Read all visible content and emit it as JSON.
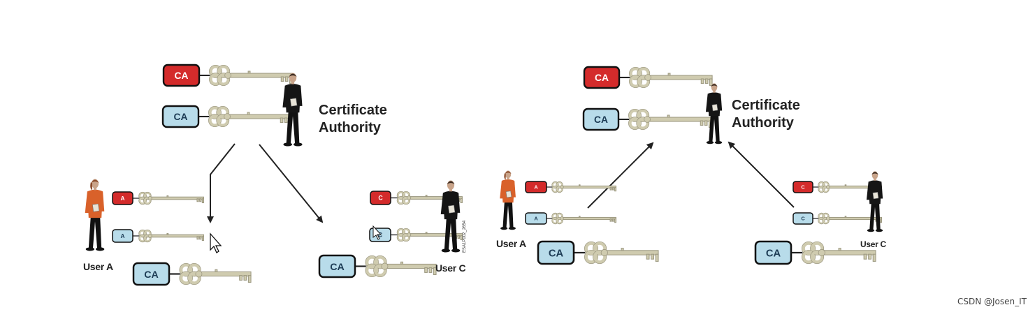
{
  "left_panel": {
    "title_line1": "Certificate",
    "title_line2": "Authority",
    "ca_tag_label": "CA",
    "user_a_tag_label": "A",
    "user_c_tag_label": "C",
    "user_a_label": "User A",
    "user_c_label": "User C",
    "figure_code": "ESA1P002_2654"
  },
  "right_panel": {
    "title_line1": "Certificate",
    "title_line2": "Authority",
    "ca_tag_label": "CA",
    "user_a_tag_label": "A",
    "user_c_tag_label": "C",
    "user_a_label": "User A",
    "user_c_label": "User C"
  },
  "watermark": "CSDN @Josen_IT",
  "colors": {
    "private_key_tag": "#d42b2b",
    "public_key_tag": "#b8dcea",
    "key": "#cfcbaf",
    "key_outline": "#9b977f",
    "arrow": "#222222",
    "person_dark": "#151515",
    "person_orange": "#d9612a"
  }
}
